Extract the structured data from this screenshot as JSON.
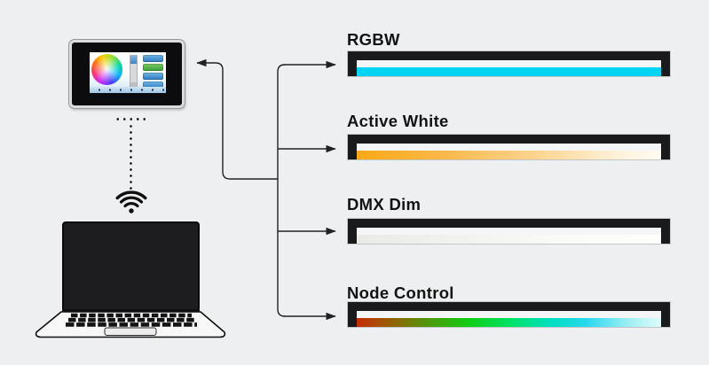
{
  "palette": {
    "background": "#edeff1",
    "connector": "#222222",
    "bar_housing": "#1a1a1c",
    "bar_diffuser": "#f4f5f7",
    "bar_outline": "#c3c5c7"
  },
  "fixtures": [
    {
      "label": "RGBW",
      "strip_css": "#00d4f2"
    },
    {
      "label": "Active White",
      "strip_css": "linear-gradient(90deg,#faa70f 0%,#fbb84a 30%,#fcd694 60%,#fef3dc 85%,#fffdf6 100%)"
    },
    {
      "label": "DMX Dim",
      "strip_css": "linear-gradient(90deg,#e9e9e7 0%,#f2f2f0 35%,#fbfbf9 70%,#fefefc 100%)"
    },
    {
      "label": "Node Control",
      "strip_css": "linear-gradient(90deg,#d41c04 0%,#975f06 13%,#55940a 24%,#12cc12 37%,#00e368 51%,#00dfc0 63%,#28d8ee 74%,#9deef4 87%,#f0fffd 100%)"
    }
  ],
  "controller": {
    "name": "touch-panel-controller",
    "scene_buttons": [
      {
        "color": "linear-gradient(180deg,#6fb4e4,#2e7cc3)"
      },
      {
        "color": "linear-gradient(180deg,#7bc868,#38a033)"
      },
      {
        "color": "linear-gradient(180deg,#6fb4e4,#2e7cc3)"
      },
      {
        "color": "linear-gradient(180deg,#6fb4e4,#2e7cc3)"
      }
    ]
  },
  "laptop": {
    "name": "laptop"
  },
  "icons": {
    "wifi": "wifi-icon",
    "color_wheel": "color-wheel-icon",
    "arrows": "arrow-connectors"
  }
}
